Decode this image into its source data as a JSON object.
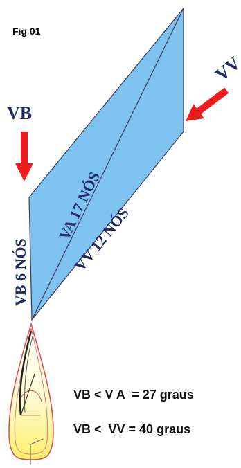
{
  "figure": {
    "label": "Fig 01"
  },
  "vectors": {
    "vb_arrow_label": "VB",
    "vv_arrow_label": "VV",
    "vb_side_label": "VB 6 NÓS",
    "va_diag_label": "VA 17 NÓS",
    "vv_side_label": "VV 12 NÓS"
  },
  "equations": {
    "eq1": "VB < V A  = 27 graus",
    "eq2": "VB <  VV = 40 graus"
  },
  "colors": {
    "parallelogram_fill": "#7ec3f0",
    "outline": "#3a3a5a",
    "arrow": "#ee1c1c",
    "label_text": "#1f2a66",
    "boat_outline": "#d94a4a",
    "boat_fill": "#fff5a0"
  }
}
